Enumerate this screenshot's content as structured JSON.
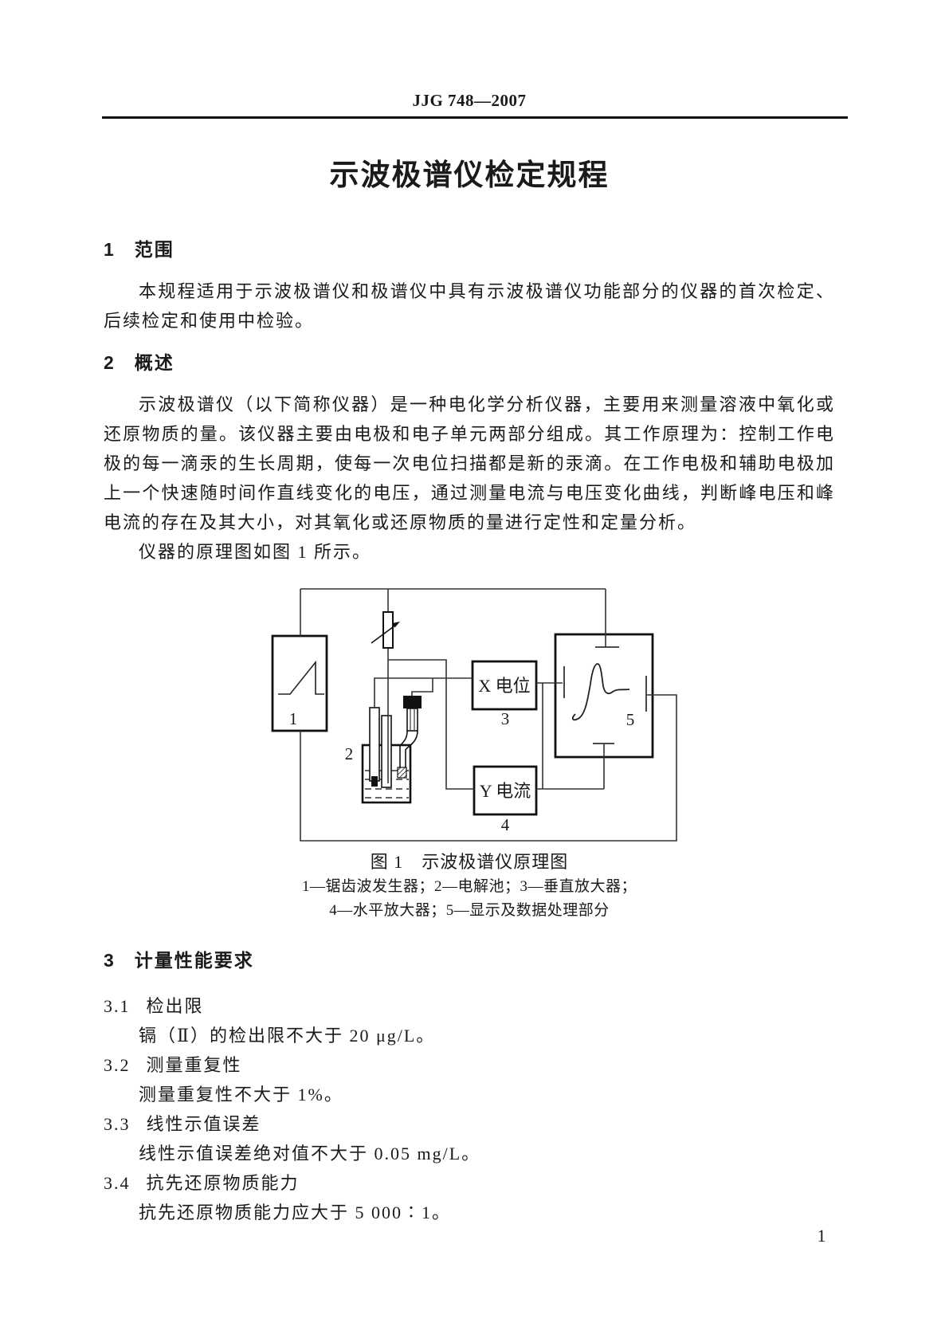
{
  "page": {
    "header": "JJG 748—2007",
    "title": "示波极谱仪检定规程",
    "page_number": "1"
  },
  "section1": {
    "num": "1",
    "heading": "范围",
    "line1": "本规程适用于示波极谱仪和极谱仪中具有示波极谱仪功能部分的仪器的首次检定、",
    "line2": "后续检定和使用中检验。"
  },
  "section2": {
    "num": "2",
    "heading": "概述",
    "lines": [
      "示波极谱仪（以下简称仪器）是一种电化学分析仪器，主要用来测量溶液中氧化或",
      "还原物质的量。该仪器主要由电极和电子单元两部分组成。其工作原理为：控制工作电",
      "极的每一滴汞的生长周期，使每一次电位扫描都是新的汞滴。在工作电极和辅助电极加",
      "上一个快速随时间作直线变化的电压，通过测量电流与电压变化曲线，判断峰电压和峰",
      "电流的存在及其大小，对其氧化或还原物质的量进行定性和定量分析。",
      "仪器的原理图如图 1 所示。"
    ]
  },
  "figure": {
    "caption": "图 1　示波极谱仪原理图",
    "legend_line1": "1—锯齿波发生器；2—电解池；3—垂直放大器；",
    "legend_line2": "4—水平放大器；5—显示及数据处理部分",
    "labels": {
      "sawtooth_generator": "1",
      "electrolytic_cell": "2",
      "x_amplifier": "X 电位",
      "x_amplifier_num": "3",
      "y_amplifier": "Y 电流",
      "y_amplifier_num": "4",
      "display_unit": "5"
    }
  },
  "section3": {
    "num": "3",
    "heading": "计量性能要求",
    "items": [
      {
        "num": "3.1",
        "title": "检出限",
        "body": "镉（Ⅱ）的检出限不大于 20 μg/L。"
      },
      {
        "num": "3.2",
        "title": "测量重复性",
        "body": "测量重复性不大于 1%。"
      },
      {
        "num": "3.3",
        "title": "线性示值误差",
        "body": "线性示值误差绝对值不大于 0.05 mg/L。"
      },
      {
        "num": "3.4",
        "title": "抗先还原物质能力",
        "body": "抗先还原物质能力应大于 5 000∶1。"
      }
    ]
  }
}
